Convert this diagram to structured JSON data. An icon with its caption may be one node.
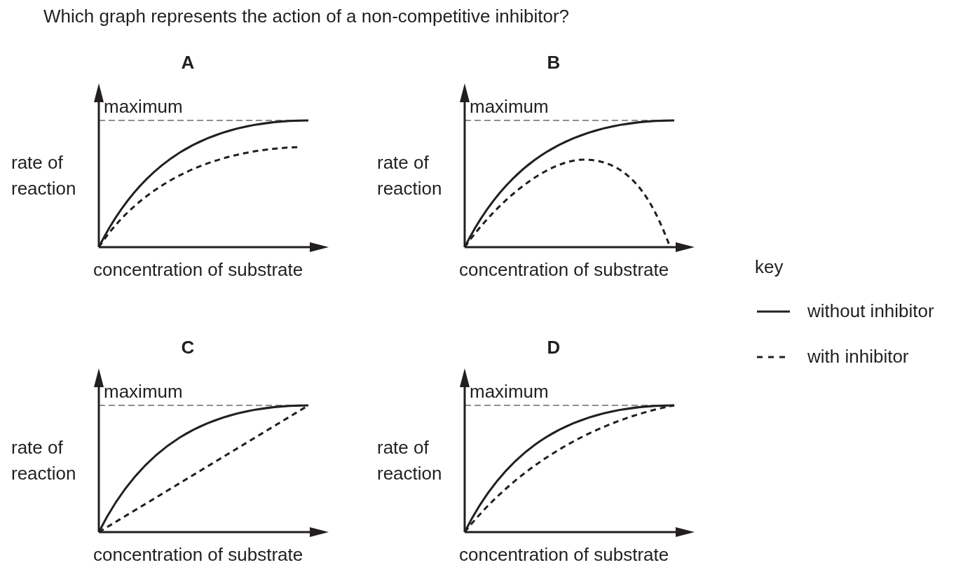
{
  "diagram": {
    "title": "Which graph represents the action of a non-competitive inhibitor?",
    "labels": [
      "A",
      "maximum",
      "rate of reaction",
      "concentration of substrate",
      "B",
      "maximum",
      "rate of reaction",
      "concentration of substrate",
      "C",
      "maximum",
      "rate of reaction",
      "concentration of substrate",
      "D",
      "maximum",
      "rate of reaction",
      "concentration of substrate",
      "key"
    ],
    "legend": [
      {
        "text": "without inhibitor"
      },
      {
        "text": "with inhibitor"
      }
    ]
  }
}
